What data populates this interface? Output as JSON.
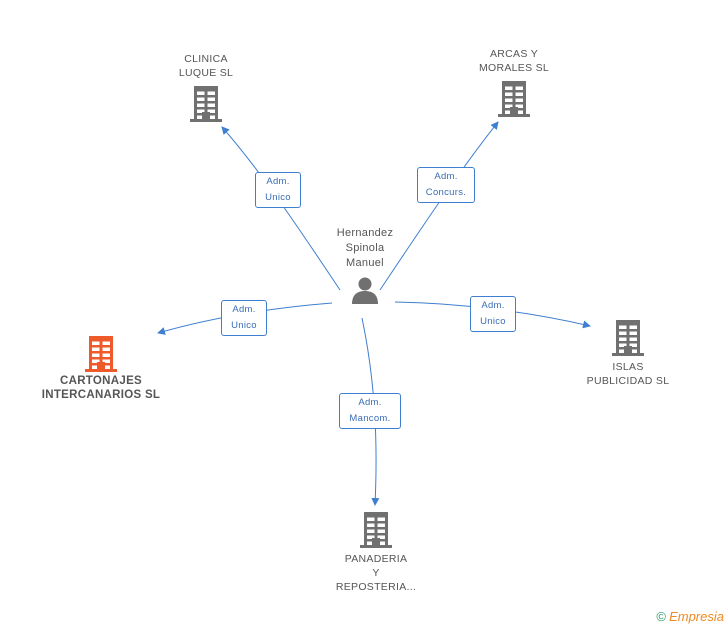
{
  "center": {
    "name": "Hernandez\nSpinola\nManuel",
    "icon": "person-icon"
  },
  "companies": [
    {
      "id": "clinica",
      "label": "CLINICA\nLUQUE SL",
      "icon": "building-icon",
      "color": "#707070"
    },
    {
      "id": "arcas",
      "label": "ARCAS Y\nMORALES  SL",
      "icon": "building-icon",
      "color": "#707070"
    },
    {
      "id": "cartonajes",
      "label": "CARTONAJES\nINTERCANARIOS SL",
      "icon": "building-icon",
      "color": "#ef5a2a"
    },
    {
      "id": "islas",
      "label": "ISLAS\nPUBLICIDAD SL",
      "icon": "building-icon",
      "color": "#707070"
    },
    {
      "id": "panaderia",
      "label": "PANADERIA\nY\nREPOSTERIA...",
      "icon": "building-icon",
      "color": "#707070"
    }
  ],
  "relations": [
    {
      "to": "clinica",
      "role": "Adm.\nUnico"
    },
    {
      "to": "arcas",
      "role": "Adm.\nConcurs."
    },
    {
      "to": "cartonajes",
      "role": "Adm.\nUnico"
    },
    {
      "to": "islas",
      "role": "Adm.\nUnico"
    },
    {
      "to": "panaderia",
      "role": "Adm.\nMancom."
    }
  ],
  "footer": {
    "symbol": "©",
    "brand": "Empresia"
  },
  "colors": {
    "edge": "#3f7fcf",
    "building": "#707070",
    "highlight": "#ef5a2a"
  }
}
